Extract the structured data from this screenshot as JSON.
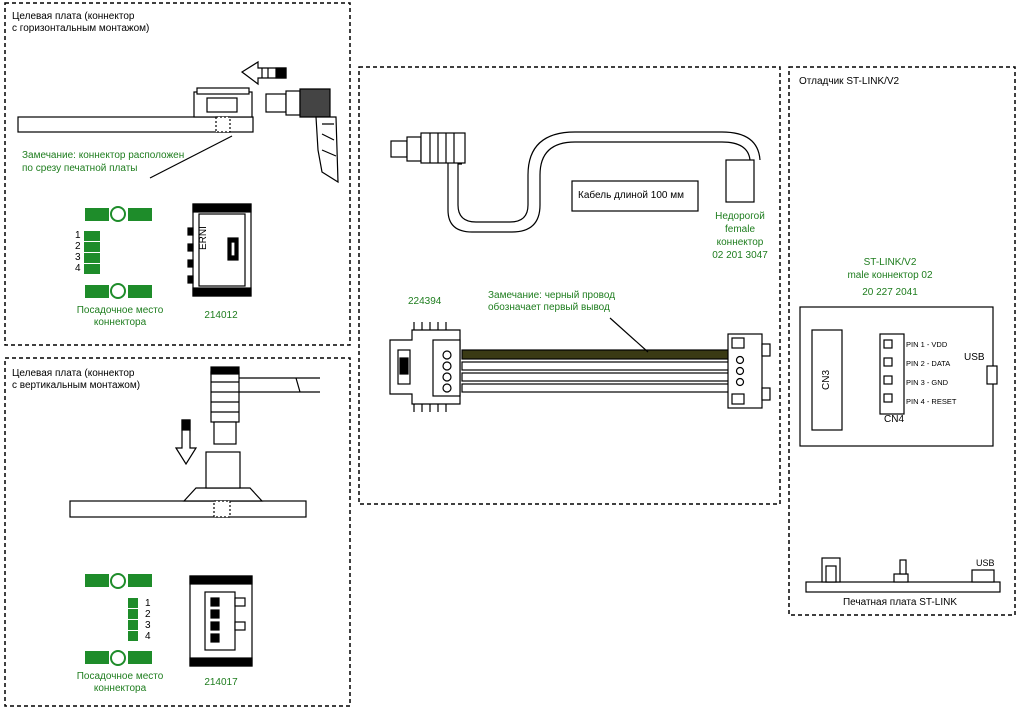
{
  "colors": {
    "green": "#1e7d1e",
    "pad_green": "#1e8c2a",
    "black_wire": "#3a3a14"
  },
  "panel_horizontal": {
    "title_line1": "Целевая плата (коннектор",
    "title_line2": "с горизонтальным монтажом)",
    "note_line1": "Замечание: коннектор расположен",
    "note_line2": "по срезу печатной платы",
    "pins": [
      "1",
      "2",
      "3",
      "4"
    ],
    "footprint_line1": "Посадочное место",
    "footprint_line2": "коннектора",
    "connector_marking": "ERNI",
    "part_number": "214012"
  },
  "panel_vertical": {
    "title_line1": "Целевая плата (коннектор",
    "title_line2": "с вертикальным монтажом)",
    "pins": [
      "1",
      "2",
      "3",
      "4"
    ],
    "footprint_line1": "Посадочное место",
    "footprint_line2": "коннектора",
    "part_number": "214017"
  },
  "panel_cable": {
    "cable_label": "Кабель длиной 100 мм",
    "female_line1": "Недорогой",
    "female_line2": "female",
    "female_line3": "коннектор",
    "female_line4": "02 201 3047",
    "part_number": "224394",
    "note_line1": "Замечание: черный провод",
    "note_line2": "обозначает первый вывод"
  },
  "panel_stlink": {
    "title": "Отладчик ST-LINK/V2",
    "male_line1": "ST-LINK/V2",
    "male_line2": "male коннектор 02",
    "male_line3": "20 227 2041",
    "cn3": "CN3",
    "cn4": "CN4",
    "pin_labels": [
      "PIN 1 - VDD",
      "PIN 2 - DATA",
      "PIN 3 - GND",
      "PIN 4 - RESET"
    ],
    "usb": "USB",
    "usb_side": "USB",
    "pcb_label": "Печатная плата ST-LINK"
  }
}
